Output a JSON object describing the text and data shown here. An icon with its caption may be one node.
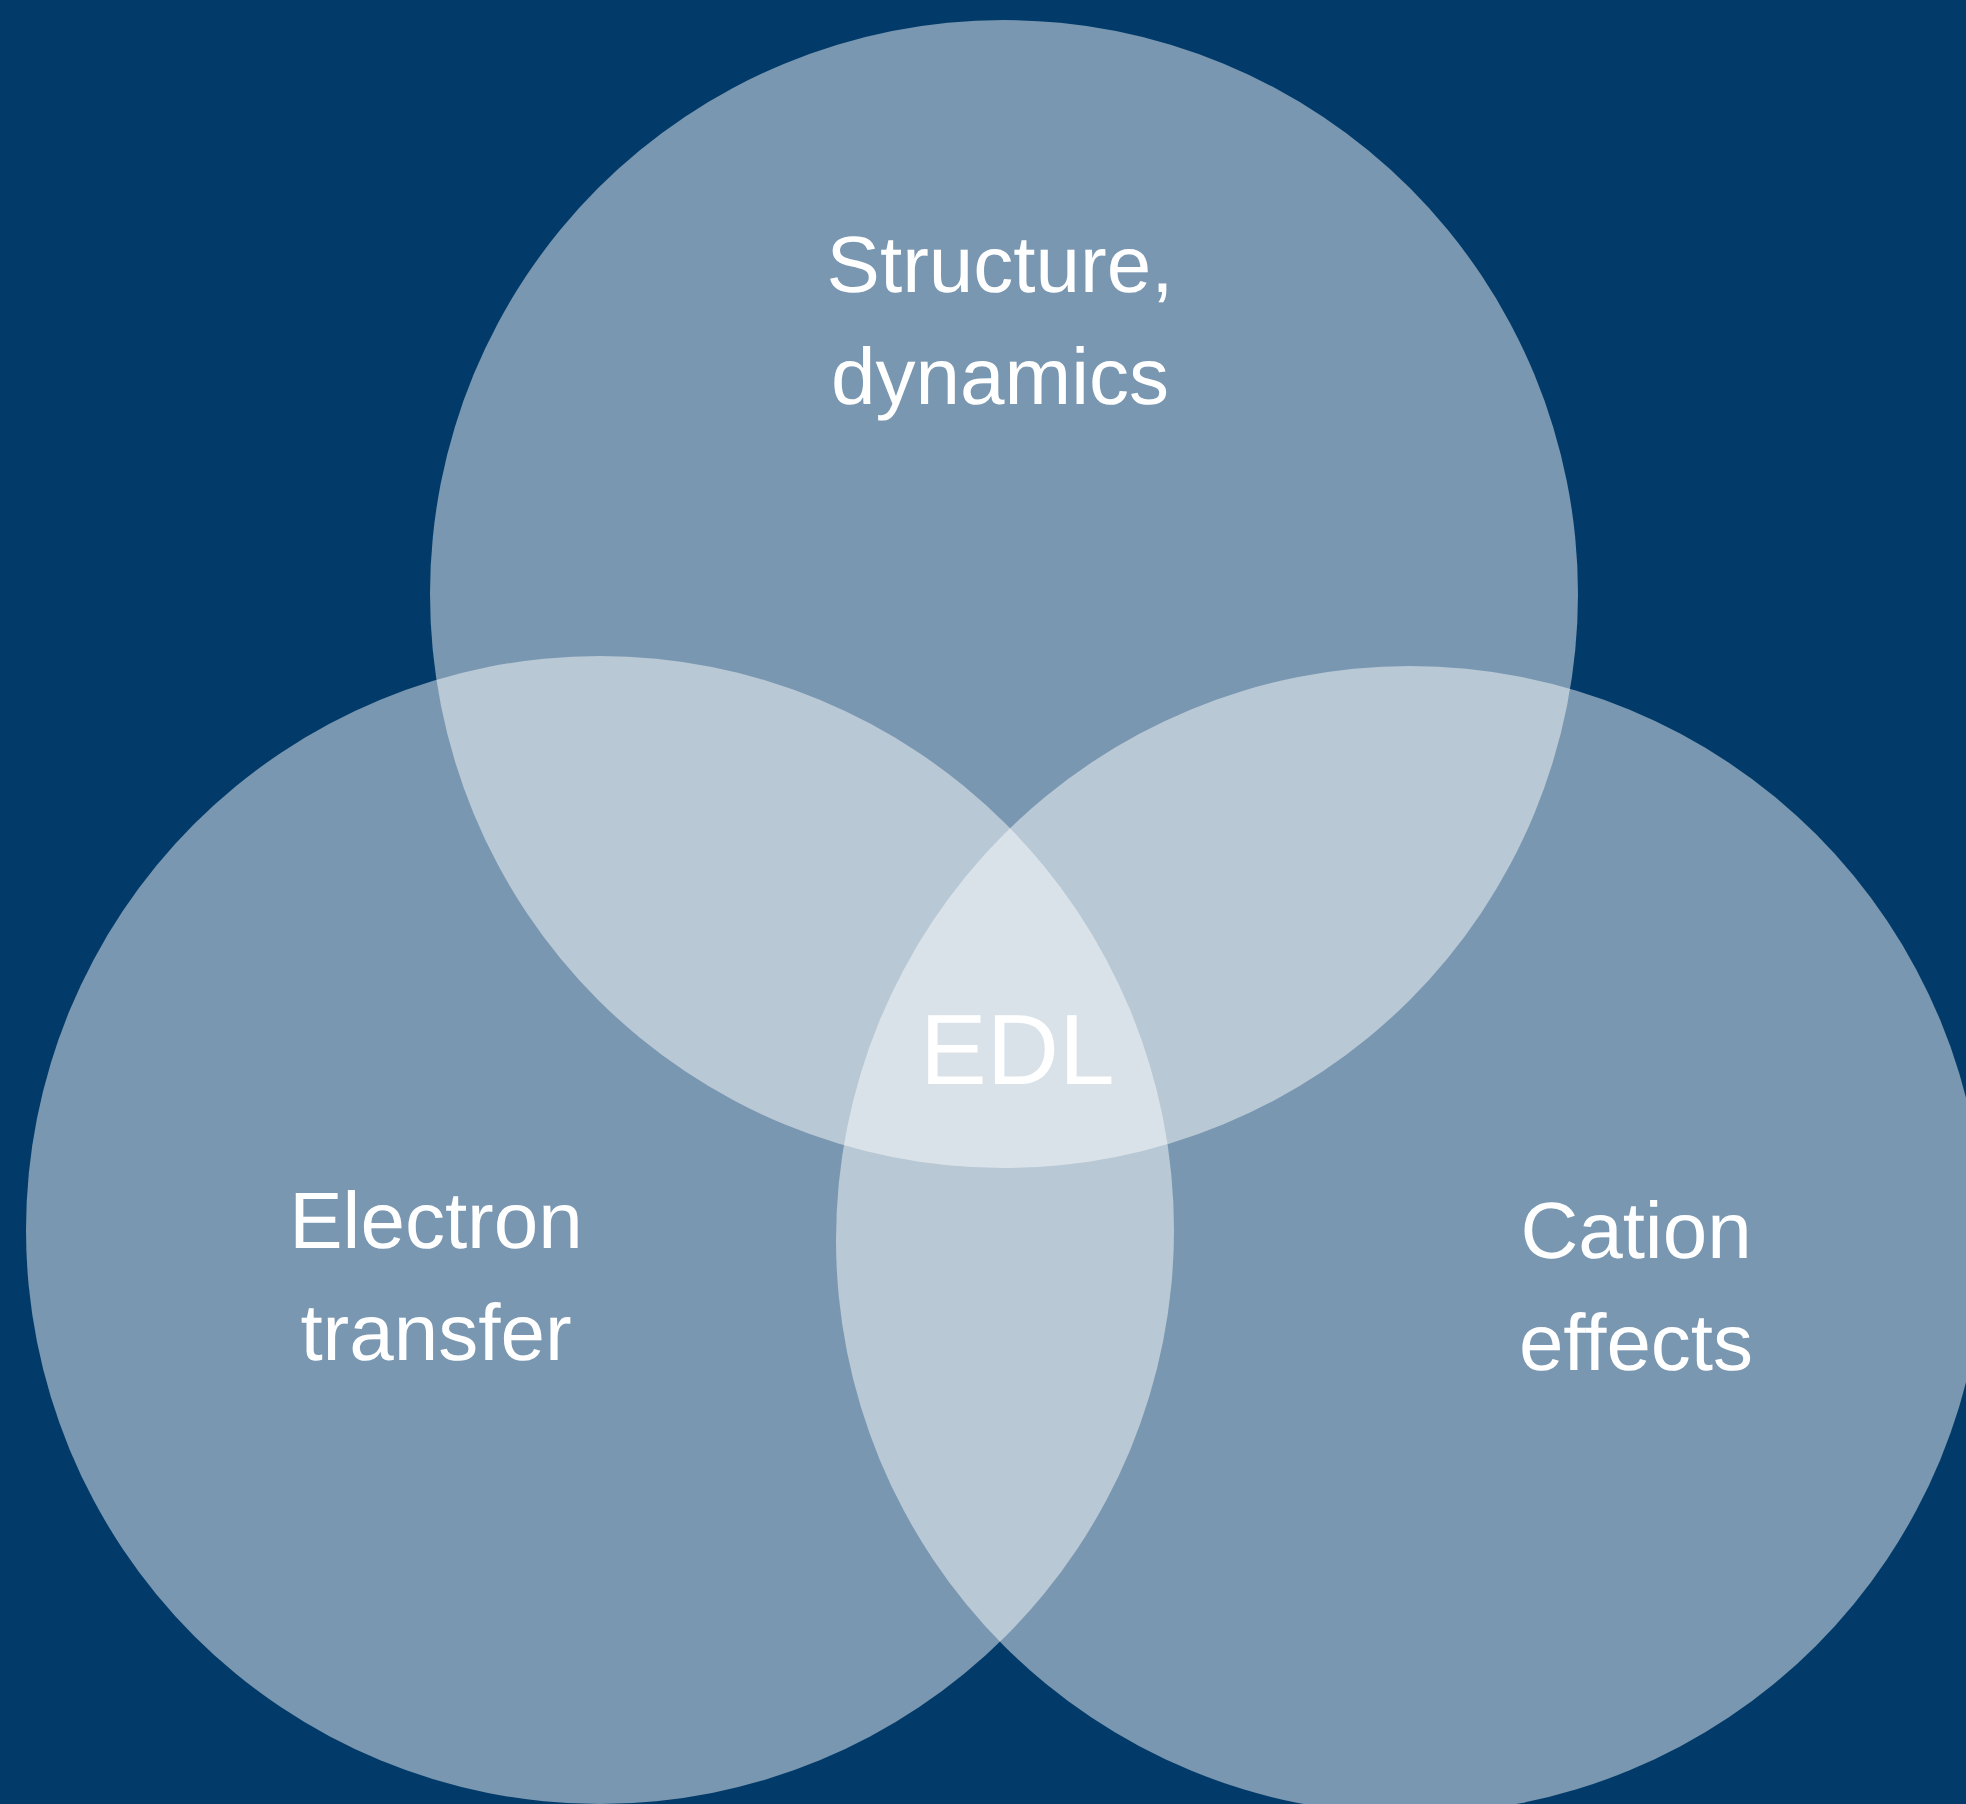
{
  "diagram": {
    "nodes": [
      {
        "text": [
          "Structure, dynamics"
        ]
      },
      {
        "text": [
          "Electron transfer"
        ]
      },
      {
        "text": [
          "Cation effects"
        ]
      }
    ],
    "edges": [],
    "labels": [
      "EDL"
    ]
  }
}
